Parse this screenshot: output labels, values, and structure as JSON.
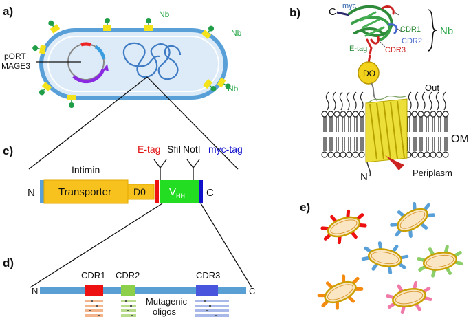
{
  "panels": {
    "a": {
      "label": "a)",
      "nb_label": "Nb",
      "plasmid_label_line1": "pORT",
      "plasmid_label_line2": "MAGE3",
      "colors": {
        "cell_outer": "#5aa0d8",
        "cell_fill": "#dcebf7",
        "nb_yellow": "#f4e31a",
        "nb_green": "#1f9d47",
        "plasmid_arrow": "#8a2be2"
      }
    },
    "b": {
      "label": "b)",
      "c_term": "C",
      "myc": "myc",
      "cdr1": "CDR1",
      "cdr2": "CDR2",
      "cdr3": "CDR3",
      "etag": "E-tag",
      "nb": "Nb",
      "d0": "DO",
      "out": "Out",
      "om": "OM",
      "n_term": "N",
      "periplasm": "Periplasm"
    },
    "c": {
      "label": "c)",
      "intimin": "Intimin",
      "n_term": "N",
      "transporter": "Transporter",
      "d0": "D0",
      "vhh": "V",
      "vhh_sub": "HH",
      "c_term": "C",
      "etag": "E-tag",
      "sfil": "SfiI",
      "notl": "NotI",
      "myctag": "myc-tag",
      "colors": {
        "transporter": "#f7c21e",
        "vhh": "#22dd22",
        "etag": "#ee1111",
        "myc": "#1111cc",
        "n_cap": "#5aa0d8"
      }
    },
    "d": {
      "label": "d)",
      "n_term": "N",
      "c_term": "C",
      "cdr1": "CDR1",
      "cdr2": "CDR2",
      "cdr3": "CDR3",
      "mutagenic_line1": "Mutagenic",
      "mutagenic_line2": "oligos",
      "colors": {
        "chain": "#5a9fd4",
        "cdr1": "#ee1111",
        "cdr2": "#8ccf4a",
        "cdr3": "#4a55dd"
      }
    },
    "e": {
      "label": "e)",
      "cells": [
        {
          "color": "#ee1111"
        },
        {
          "color": "#5aa0d8"
        },
        {
          "color": "#5aa0d8"
        },
        {
          "color": "#8ccf6a"
        },
        {
          "color": "#f58a10"
        },
        {
          "color": "#f07aa8"
        }
      ]
    }
  }
}
